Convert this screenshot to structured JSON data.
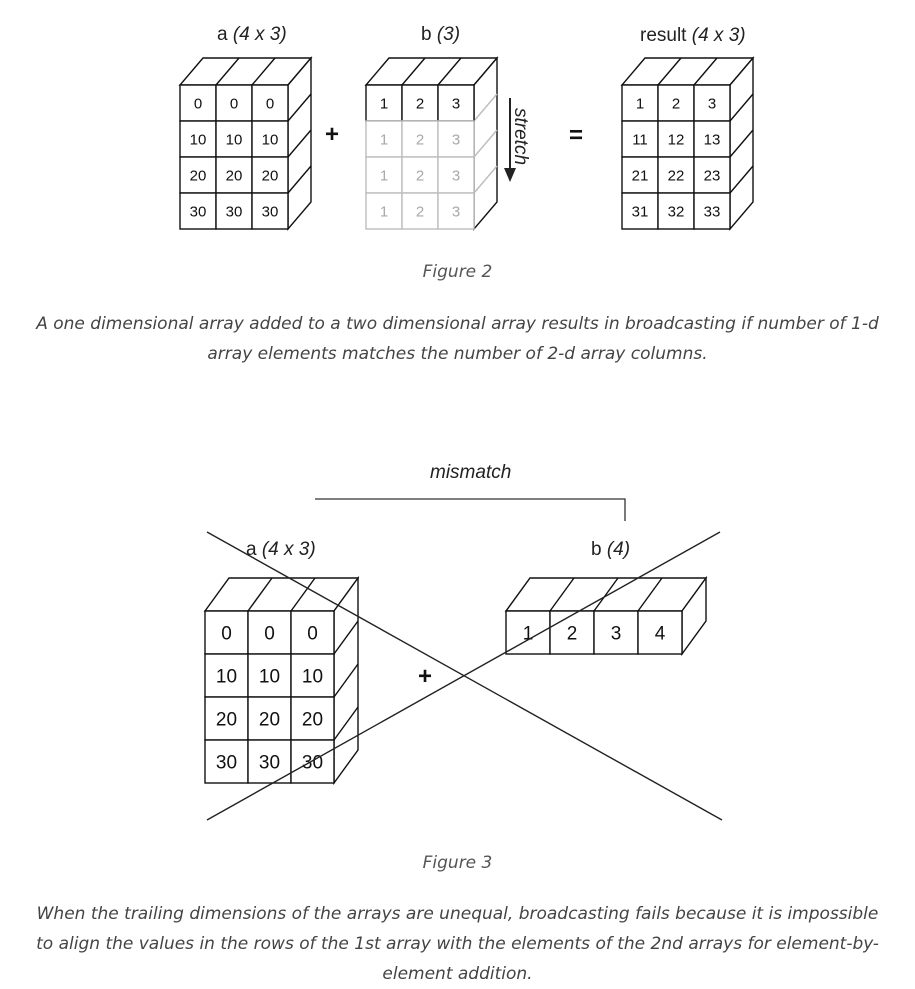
{
  "figure2": {
    "a_label": {
      "name": "a",
      "shape": "(4 x 3)"
    },
    "a_rows": [
      [
        "0",
        "0",
        "0"
      ],
      [
        "10",
        "10",
        "10"
      ],
      [
        "20",
        "20",
        "20"
      ],
      [
        "30",
        "30",
        "30"
      ]
    ],
    "plus": "+",
    "b_label": {
      "name": "b",
      "shape": "(3)"
    },
    "b_rows": [
      [
        "1",
        "2",
        "3"
      ],
      [
        "1",
        "2",
        "3"
      ],
      [
        "1",
        "2",
        "3"
      ],
      [
        "1",
        "2",
        "3"
      ]
    ],
    "stretch": "stretch",
    "equals": "=",
    "result_label": {
      "name": "result",
      "shape": "(4 x 3)"
    },
    "result_rows": [
      [
        "1",
        "2",
        "3"
      ],
      [
        "11",
        "12",
        "13"
      ],
      [
        "21",
        "22",
        "23"
      ],
      [
        "31",
        "32",
        "33"
      ]
    ],
    "title": "Figure 2",
    "caption": "A one dimensional array added to a two dimensional array results in broadcasting if number of 1-d array elements matches the number of 2-d array columns."
  },
  "figure3": {
    "mismatch": "mismatch",
    "a_label": {
      "name": "a",
      "shape": "(4 x 3)"
    },
    "a_rows": [
      [
        "0",
        "0",
        "0"
      ],
      [
        "10",
        "10",
        "10"
      ],
      [
        "20",
        "20",
        "20"
      ],
      [
        "30",
        "30",
        "30"
      ]
    ],
    "plus": "+",
    "b_label": {
      "name": "b",
      "shape": "(4)"
    },
    "b_row": [
      "1",
      "2",
      "3",
      "4"
    ],
    "title": "Figure 3",
    "caption": "When the trailing dimensions of the arrays are unequal, broadcasting fails because it is impossible to align the values in the rows of the 1st array with the elements of the 2nd arrays for element-by-element addition."
  }
}
